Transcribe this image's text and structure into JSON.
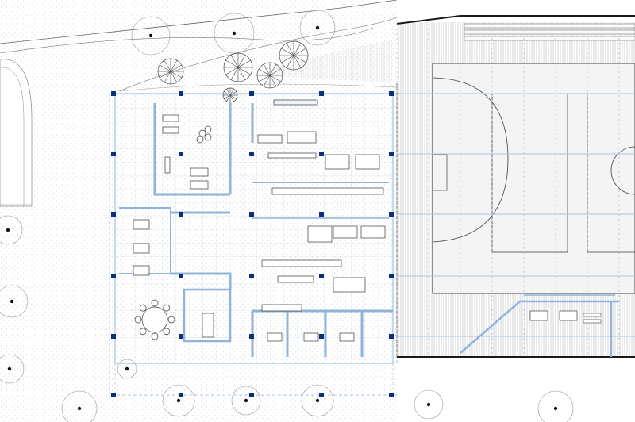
{
  "drawing": {
    "kind": "architectural floor plan",
    "colors": {
      "background": "#ffffff",
      "line": "#3a3a3a",
      "thin_line": "#9a9a9a",
      "hatch": "#b9b9b9",
      "grid_blue": "#a9c6e4",
      "wall_blue": "#8fb3da",
      "column": "#0b2f7a"
    },
    "layers": [
      "site-path",
      "trees",
      "building-grid",
      "interior-walls",
      "furniture",
      "sports-hall"
    ]
  }
}
